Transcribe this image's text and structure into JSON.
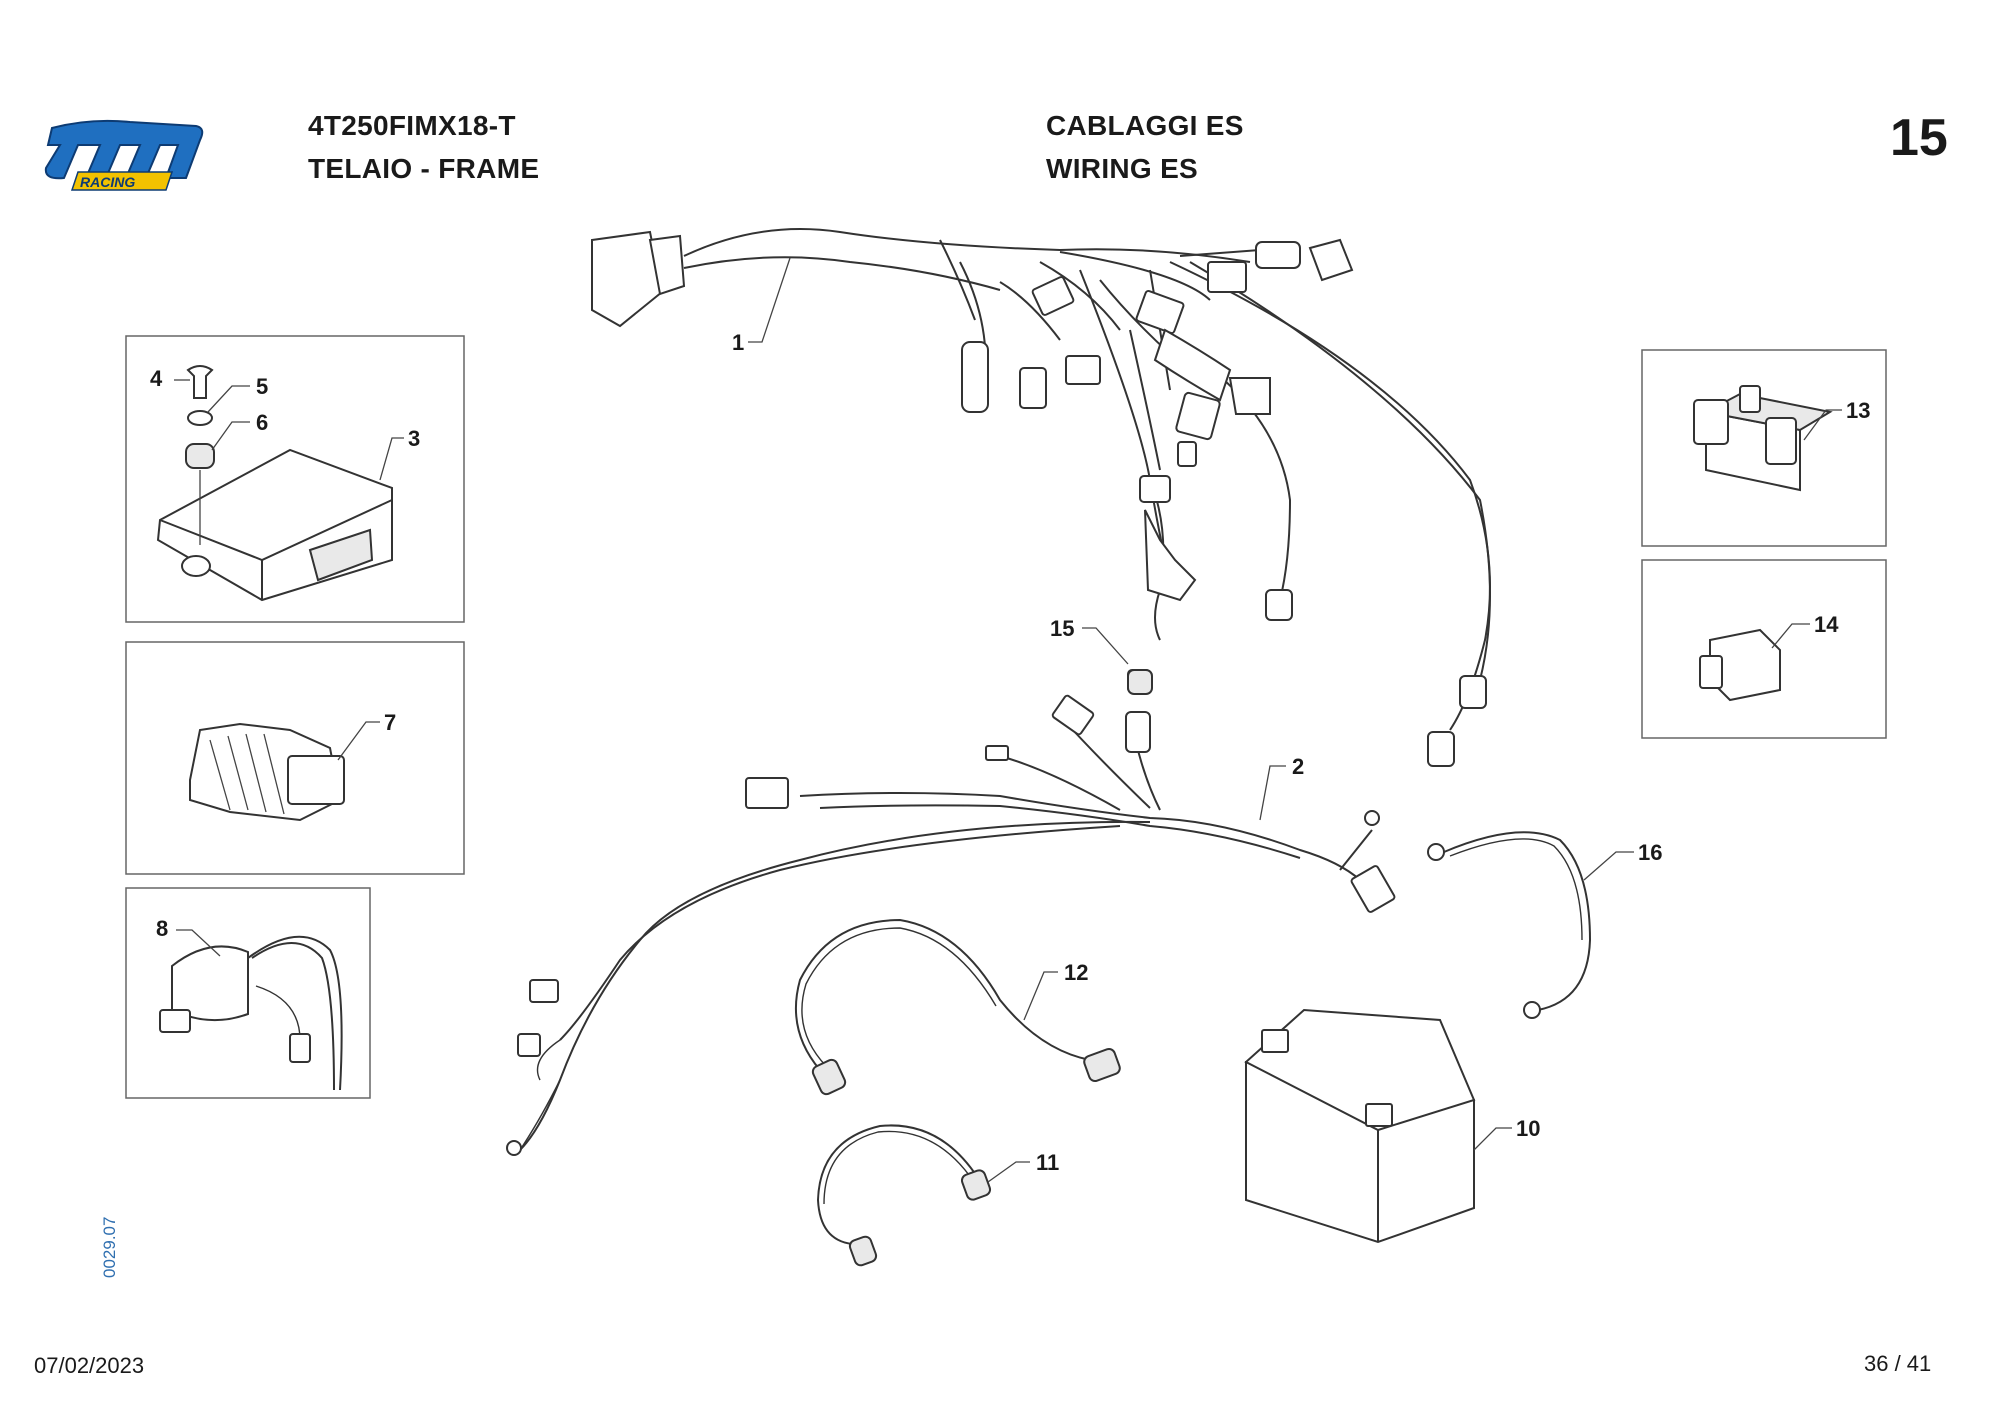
{
  "header": {
    "model_code": "4T250FIMX18-T",
    "section_it_en": "TELAIO - FRAME",
    "group_it": "CABLAGGI ES",
    "group_en": "WIRING ES",
    "table_number": "15"
  },
  "logo": {
    "brand": "tm",
    "sub": "RACING",
    "color": "#1f6fc0",
    "accent": "#f2c200"
  },
  "callouts": [
    "1",
    "2",
    "3",
    "4",
    "5",
    "6",
    "7",
    "8",
    "10",
    "11",
    "12",
    "13",
    "14",
    "15",
    "16"
  ],
  "footer": {
    "date": "07/02/2023",
    "page": "36 / 41",
    "doc_code": "0029.07"
  }
}
